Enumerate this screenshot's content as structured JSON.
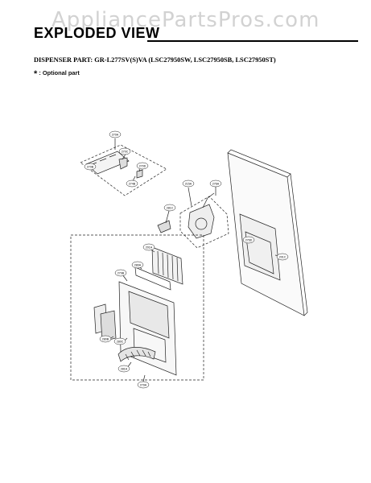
{
  "watermark": "AppliancePartsPros.com",
  "header": {
    "title": "EXPLODED VIEW",
    "subtitle": "DISPENSER PART: GR-L277SV(S)VA (LSC27950SW, LSC27950SB, LSC27950ST)",
    "note_star": "*",
    "note_text": ": Optional part"
  },
  "callouts": {
    "c1": "270A",
    "c2": "270C",
    "c3": "270B",
    "c4": "270D",
    "c5": "274B",
    "c6": "215A",
    "c7": "276A",
    "c8": "281C",
    "c9": "276D",
    "c10": "201C",
    "c11": "201A",
    "c12": "280A",
    "c13": "279B",
    "c14": "280B",
    "c15": "280C",
    "c16": "281A",
    "c17": "279A"
  }
}
